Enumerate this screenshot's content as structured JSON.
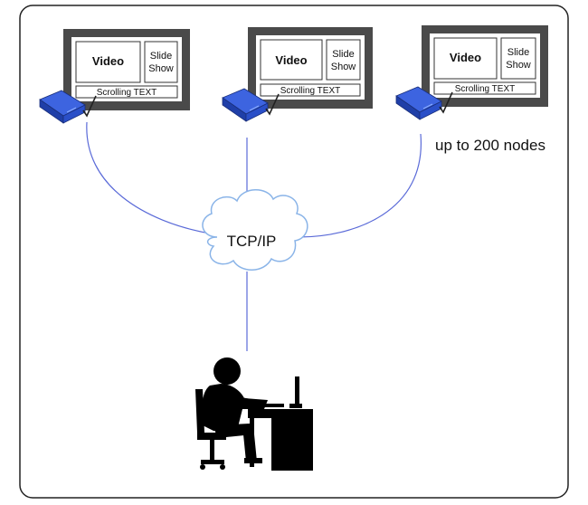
{
  "screens": [
    {
      "video_label": "Video",
      "slide_label_line1": "Slide",
      "slide_label_line2": "Show",
      "ticker_label": "Scrolling TEXT"
    },
    {
      "video_label": "Video",
      "slide_label_line1": "Slide",
      "slide_label_line2": "Show",
      "ticker_label": "Scrolling TEXT"
    },
    {
      "video_label": "Video",
      "slide_label_line1": "Slide",
      "slide_label_line2": "Show",
      "ticker_label": "Scrolling TEXT"
    }
  ],
  "node_count_label": "up to 200 nodes",
  "network_label": "TCP/IP",
  "colors": {
    "connector": "#5a6ad8",
    "cloud_stroke": "#8ab4e8",
    "player_blue": "#2a4fc8",
    "frame": "#3a3a3a",
    "silhouette": "#000000"
  },
  "icons": {
    "player": "media-player-icon",
    "network": "cloud-icon",
    "operator": "operator-at-desk-icon"
  }
}
